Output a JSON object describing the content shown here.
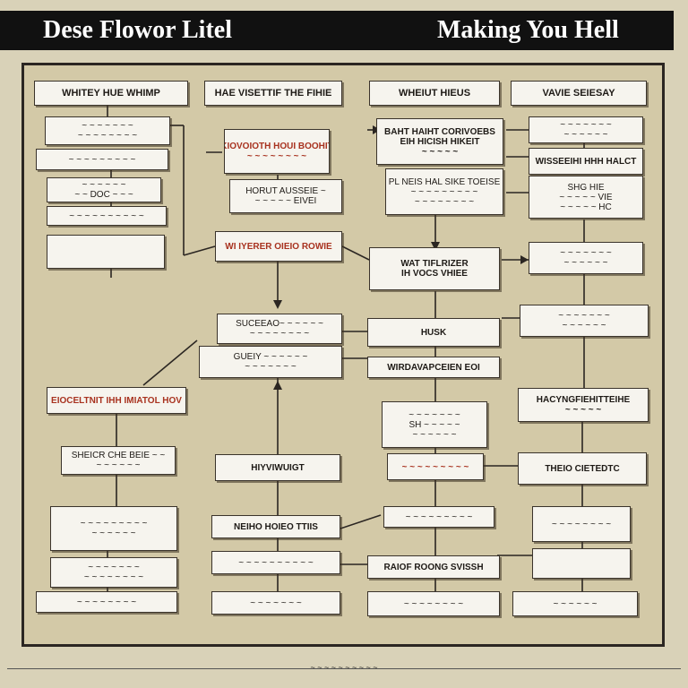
{
  "header": {
    "left_title": "Dese Flowor Litel",
    "right_title": "Making You Hell"
  },
  "columns": [
    "WHITEY HUE WHIMP",
    "HAE VISETTIF THE FIHIE",
    "WHEIUT HIEUS",
    "VAVIE SEIESAY"
  ],
  "boxes": {
    "c1_a": [
      "~ ~ ~ ~ ~ ~ ~",
      "~ ~ ~ ~ ~ ~ ~ ~"
    ],
    "c1_b": [
      "~ ~ ~ ~ ~ ~ ~ ~ ~"
    ],
    "c1_c": [
      "~ ~ ~ ~ ~ ~",
      "~ ~ DOC ~ ~ ~"
    ],
    "c1_d": [
      "~ ~ ~ ~ ~ ~ ~ ~ ~ ~"
    ],
    "c1_e": [
      ""
    ],
    "c1_red": [
      "EIOCELTNIT IHH IMIATOL HOV"
    ],
    "c1_f": [
      "SHEICR CHE BEIE ~ ~",
      "~ ~ ~ ~ ~ ~"
    ],
    "c1_g": [
      "~ ~ ~ ~ ~ ~ ~ ~ ~",
      "~ ~ ~ ~ ~ ~"
    ],
    "c1_h": [
      "~ ~ ~ ~ ~ ~ ~",
      "~ ~ ~ ~ ~ ~ ~ ~"
    ],
    "c1_i": [
      "~ ~ ~ ~ ~ ~ ~ ~"
    ],
    "c2_red1": [
      "KIOVOIOTH HOUI BOOHIT",
      "~ ~ ~ ~ ~ ~ ~ ~"
    ],
    "c2_a": [
      "HORUT AUSSEIE ~",
      "~ ~ ~ ~ ~ EIVEI"
    ],
    "c2_red2": [
      "WI IYERER OIEIO ROWIE"
    ],
    "c2_b": [
      "SUCEEAO~ ~ ~ ~ ~ ~",
      "~ ~ ~ ~ ~ ~ ~ ~"
    ],
    "c2_c": [
      "GUEIY ~ ~ ~ ~ ~ ~",
      "~ ~ ~ ~ ~ ~ ~"
    ],
    "c2_d": [
      "HIYVIWUIGT"
    ],
    "c2_e": [
      "NEIHO HOIEO TTIIS"
    ],
    "c2_f": [
      "~ ~ ~ ~ ~ ~ ~ ~ ~ ~"
    ],
    "c2_g": [
      "~ ~ ~ ~ ~ ~ ~"
    ],
    "c3_a": [
      "BAHT HAIHT CORIVOEBS",
      "EIH HICISH HIKEIT",
      "~ ~ ~ ~ ~"
    ],
    "c3_b": [
      "PL NEIS HAL SIKE TOEISE",
      "~ ~ ~ ~ ~ ~ ~ ~ ~",
      "~ ~ ~ ~ ~ ~ ~ ~"
    ],
    "c3_c": [
      "WAT TIFLRIZER",
      "IH VOCS VHIEE"
    ],
    "c3_d": [
      "HUSK"
    ],
    "c3_e": [
      "WIRDAVAPCEIEN EOI"
    ],
    "c3_f": [
      "~ ~ ~ ~ ~ ~ ~",
      "SH ~ ~ ~ ~ ~",
      "~ ~ ~ ~ ~ ~"
    ],
    "c3_red": [
      "~ ~ ~ ~ ~ ~ ~ ~ ~"
    ],
    "c3_g": [
      "~ ~ ~ ~ ~ ~ ~ ~ ~"
    ],
    "c3_h": [
      "RAIOF ROONG SVISSH"
    ],
    "c3_i": [
      "~ ~ ~ ~ ~ ~ ~ ~"
    ],
    "c4_a": [
      "~ ~ ~ ~ ~ ~ ~",
      "~ ~ ~ ~ ~ ~"
    ],
    "c4_b": [
      "WISSEEIHI HHH HALCT"
    ],
    "c4_c": [
      "SHG HIE",
      "~ ~ ~ ~ ~ VIE",
      "~ ~ ~ ~ ~ HC"
    ],
    "c4_d": [
      "~ ~ ~ ~ ~ ~ ~",
      "~ ~ ~ ~ ~ ~"
    ],
    "c4_e": [
      "~ ~ ~ ~ ~ ~ ~",
      "~ ~ ~ ~ ~ ~"
    ],
    "c4_f": [
      "HACYNGFIEHITTEIHE",
      "~ ~ ~ ~ ~"
    ],
    "c4_g": [
      "THEIO CIETEDTC"
    ],
    "c4_h": [
      "~ ~ ~ ~ ~ ~ ~ ~"
    ],
    "c4_i": [
      ""
    ],
    "c4_j": [
      "~ ~ ~ ~ ~ ~"
    ]
  },
  "footer": {
    "text": "~ ~ ~ ~ ~ ~ ~ ~ ~ ~"
  }
}
